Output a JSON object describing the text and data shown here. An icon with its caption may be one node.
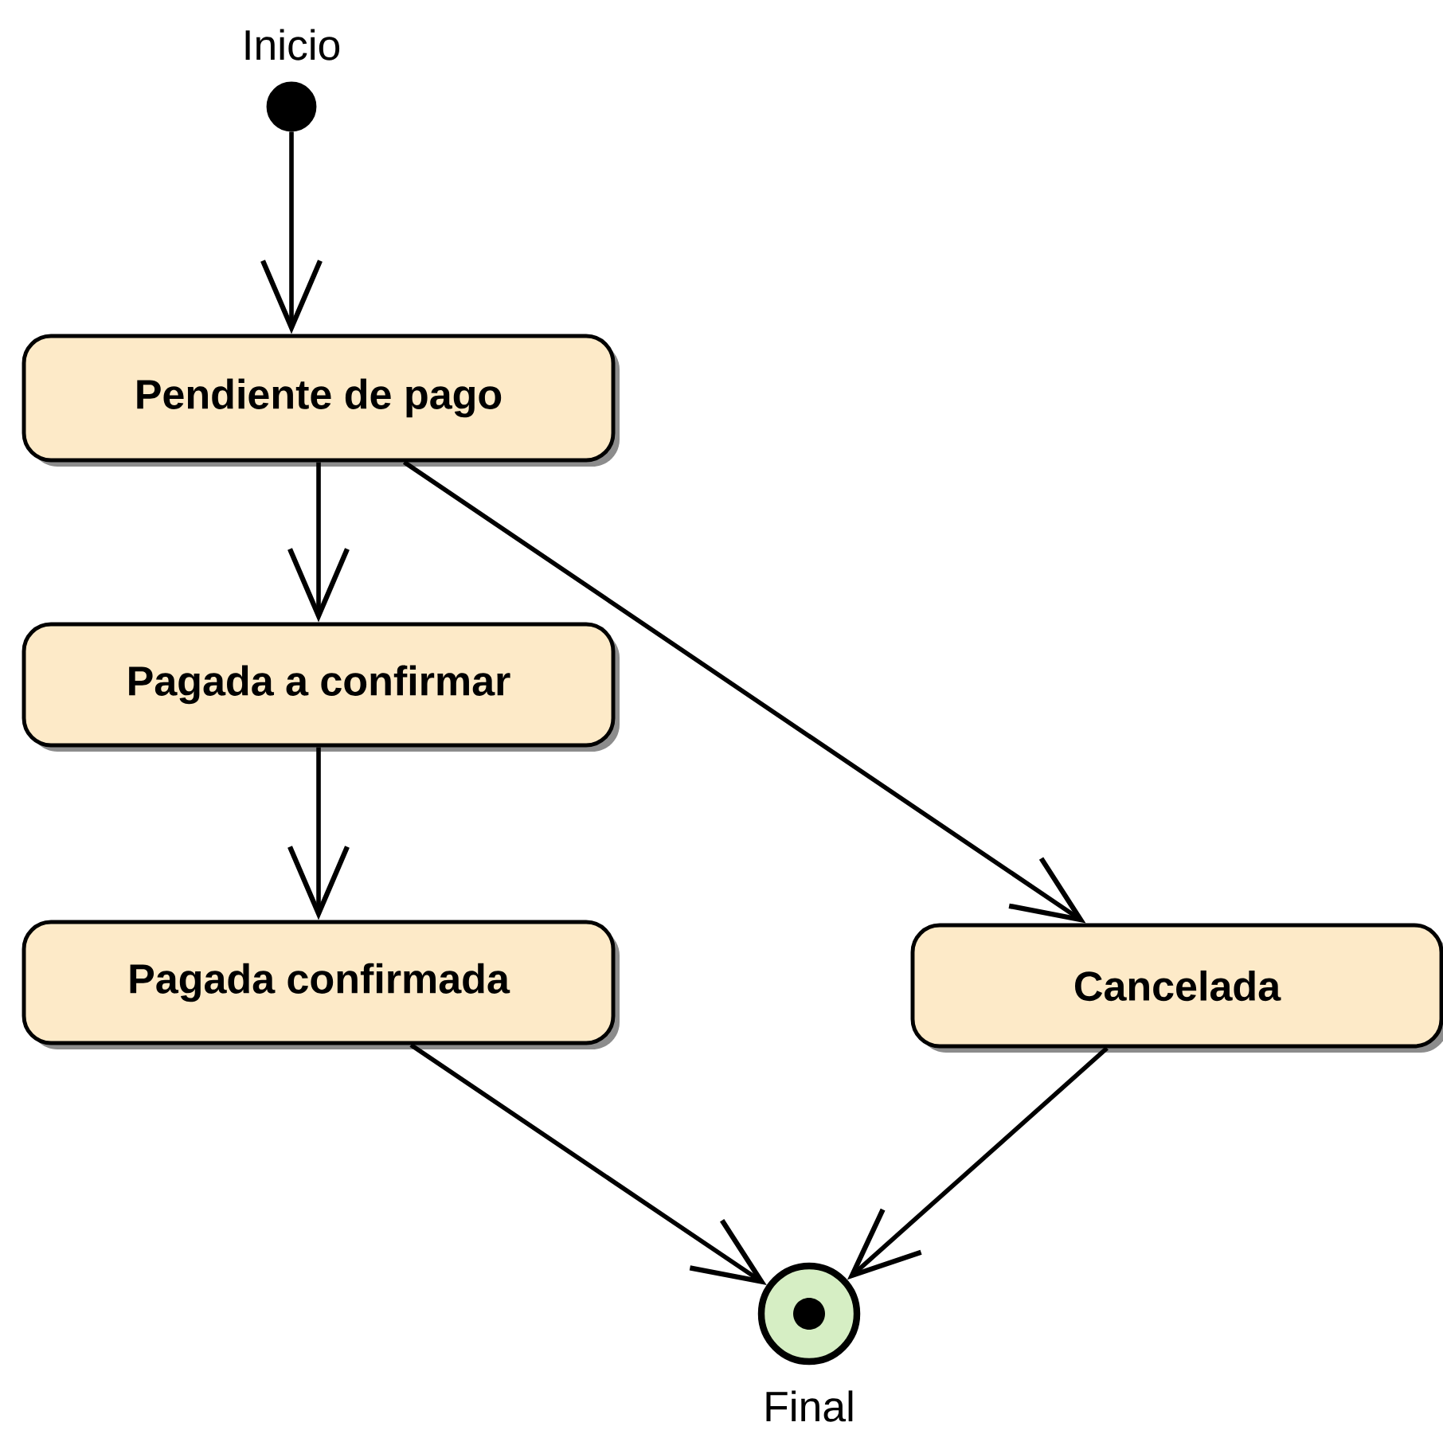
{
  "diagram": {
    "nodes": [
      {
        "text": [],
        "shape": "circle",
        "beside": [
          "Inicio"
        ]
      },
      {
        "text": [
          "Pendiente de pago"
        ]
      },
      {
        "text": [
          "Pagada a confirmar"
        ]
      },
      {
        "text": [
          "Pagada confirmada"
        ]
      },
      {
        "text": [
          "Cancelada"
        ]
      },
      {
        "text": [],
        "shape": "circle",
        "beside": [
          "Final"
        ]
      }
    ],
    "edges": [
      {
        "from": 0,
        "to": 1,
        "arrow": "to"
      },
      {
        "from": 1,
        "to": 2,
        "arrow": "to"
      },
      {
        "from": 1,
        "to": 4,
        "arrow": "to"
      },
      {
        "from": 2,
        "to": 3,
        "arrow": "to"
      },
      {
        "from": 3,
        "to": 5,
        "arrow": "to"
      },
      {
        "from": 4,
        "to": 5,
        "arrow": "to"
      }
    ]
  }
}
